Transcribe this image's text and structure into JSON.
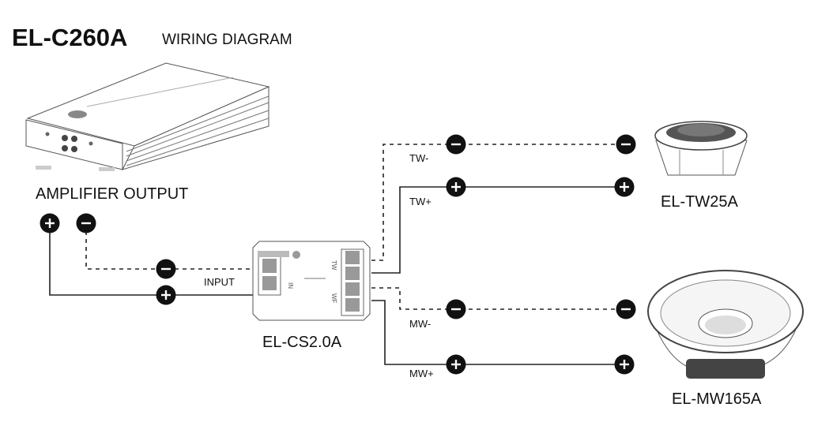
{
  "title": {
    "model": "EL-C260A",
    "subtitle": "WIRING DIAGRAM"
  },
  "amplifier": {
    "label": "AMPLIFIER OUTPUT"
  },
  "crossover": {
    "label": "EL-CS2.0A",
    "input_label": "INPUT",
    "in_marking": "IN",
    "tw_marking": "TW",
    "wf_marking": "WF"
  },
  "wires": {
    "tw_neg": "TW-",
    "tw_pos": "TW+",
    "mw_neg": "MW-",
    "mw_pos": "MW+"
  },
  "tweeter": {
    "label": "EL-TW25A"
  },
  "woofer": {
    "label": "EL-MW165A"
  },
  "colors": {
    "line": "#222222",
    "terminal": "#111111",
    "background": "#ffffff"
  }
}
